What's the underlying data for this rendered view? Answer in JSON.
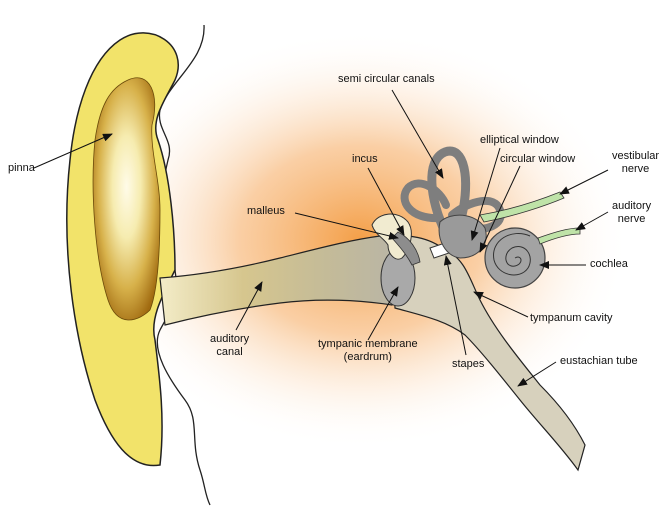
{
  "labels": {
    "pinna": "pinna",
    "auditory_canal": [
      "auditory",
      "canal"
    ],
    "malleus": "malleus",
    "incus": "incus",
    "semi_circular_canals": "semi circular canals",
    "elliptical_window": "elliptical window",
    "circular_window": "circular window",
    "vestibular_nerve": [
      "vestibular",
      "nerve"
    ],
    "auditory_nerve": [
      "auditory",
      "nerve"
    ],
    "cochlea": "cochlea",
    "tympanum_cavity": "tympanum cavity",
    "tympanic_membrane": [
      "tympanic membrane",
      "(eardrum)"
    ],
    "stapes": "stapes",
    "eustachian_tube": "eustachian tube"
  },
  "colors": {
    "pinna_fill": "#f2e36a",
    "pinna_inner": "#a06a10",
    "canal_fill": "#c9bb86",
    "bone_fill": "#9a9a9a",
    "nerve_fill": "#bfe3a8",
    "glow": "#f4a04a"
  }
}
